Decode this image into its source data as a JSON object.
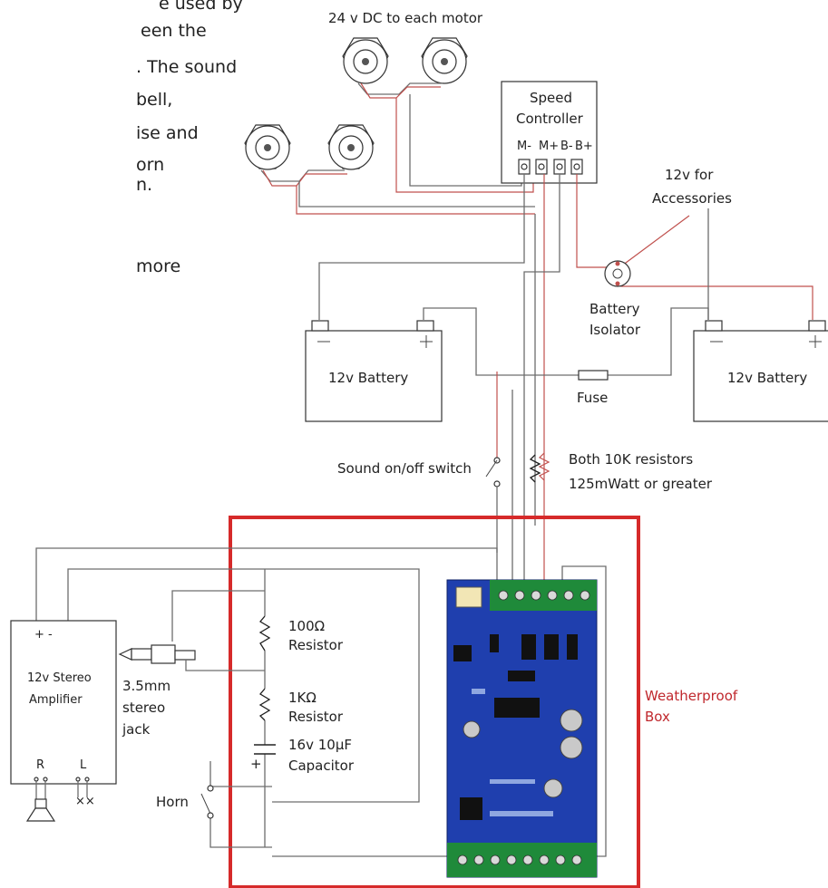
{
  "intro_text": [
    "e used by",
    "een the",
    ". The sound",
    "bell,",
    "ise and",
    "orn",
    "n.",
    "more"
  ],
  "labels": {
    "motor_voltage": "24 v DC to each motor",
    "speed_controller_line1": "Speed",
    "speed_controller_line2": "Controller",
    "terminals": [
      "M-",
      "M+",
      "B-",
      "B+"
    ],
    "accessories_line1": "12v for",
    "accessories_line2": "Accessories",
    "battery_isolator_line1": "Battery",
    "battery_isolator_line2": "Isolator",
    "battery_left": "12v Battery",
    "battery_right": "12v Battery",
    "fuse": "Fuse",
    "sound_switch": "Sound on/off switch",
    "resistors_line1": "Both 10K resistors",
    "resistors_line2": "125mWatt or greater",
    "amp_plus_minus": "+  -",
    "amp_line1": "12v Stereo",
    "amp_line2": "Amplifier",
    "amp_right": "R",
    "amp_left": "L",
    "jack_line1": "3.5mm",
    "jack_line2": "stereo",
    "jack_line3": "jack",
    "r100_line1": "100Ω",
    "r100_line2": "Resistor",
    "r1k_line1": "1KΩ",
    "r1k_line2": "Resistor",
    "cap_line1": "16v  10μF",
    "cap_line2": "Capacitor",
    "cap_plus": "+",
    "horn": "Horn",
    "box_line1": "Weatherproof",
    "box_line2": "Box"
  },
  "colors": {
    "wire_grey": "#6d6d6d",
    "wire_red": "#c0504d",
    "box_red": "#d62a2a",
    "board_blue": "#1f3fae",
    "terminal_green": "#1f8a3a"
  }
}
